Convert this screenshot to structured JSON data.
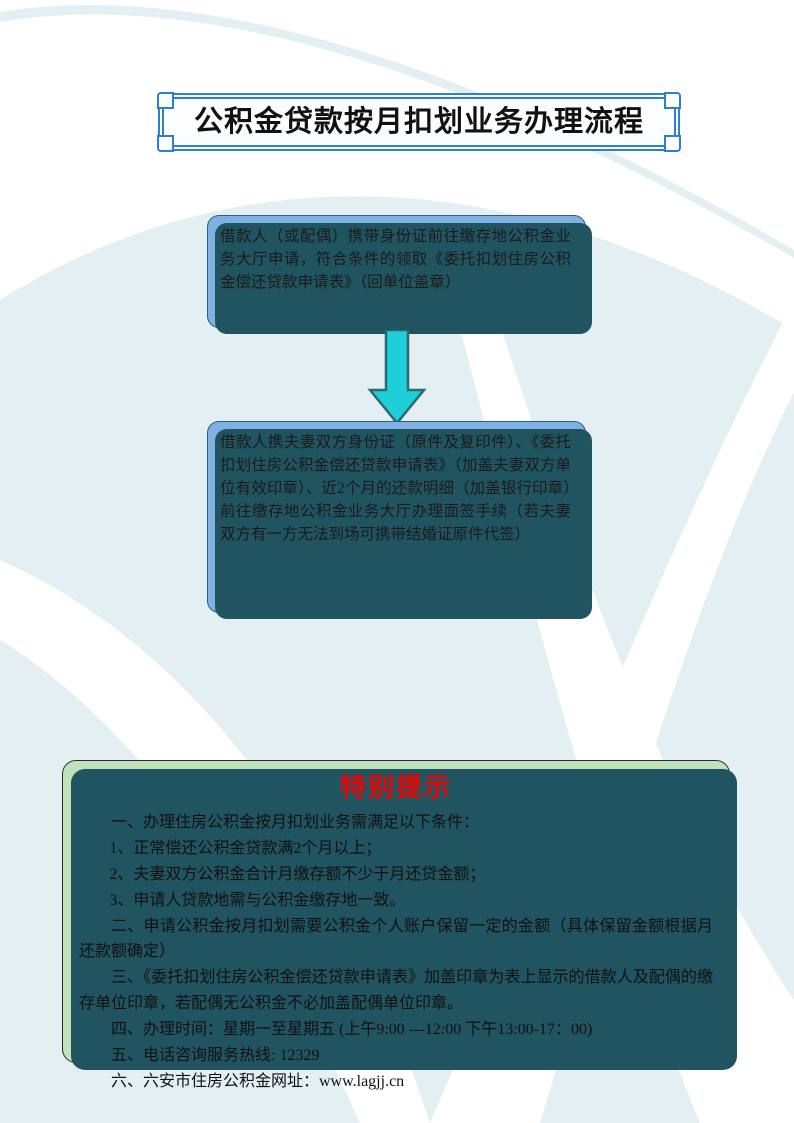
{
  "page": {
    "title": "公积金贷款按月扣划业务办理流程",
    "background_color": "#e3eff2",
    "swoosh_color": "#ffffff"
  },
  "colors": {
    "title_border": "#2e7fd4",
    "flow_box_fill": "#7fb2e3",
    "flow_box_border": "#2d5f7c",
    "shadow": "#205460",
    "arrow_fill": "#1ecfd9",
    "arrow_border": "#2a6a70",
    "notice_fill": "#bfe2bd",
    "notice_border": "#2b2b2b",
    "notice_title_color": "#ee0000"
  },
  "flow": {
    "steps": [
      {
        "id": "step-1",
        "text": "借款人（或配偶）携带身份证前往缴存地公积金业务大厅申请，符合条件的领取《委托扣划住房公积金偿还贷款申请表》（回单位盖章）"
      },
      {
        "id": "step-2",
        "text": "借款人携夫妻双方身份证（原件及复印件）、《委托扣划住房公积金偿还贷款申请表》（加盖夫妻双方单位有效印章）、近2个月的还款明细（加盖银行印章）前往缴存地公积金业务大厅办理面签手续（若夫妻双方有一方无法到场可携带结婚证原件代签）"
      }
    ],
    "arrow_icon": "down-arrow-icon"
  },
  "notice": {
    "title": "特别提示",
    "lines": [
      "一、办理住房公积金按月扣划业务需满足以下条件：",
      "1、正常偿还公积金贷款满2个月以上；",
      "2、夫妻双方公积金合计月缴存额不少于月还贷金额；",
      "3、申请人贷款地需与公积金缴存地一致。",
      "二、申请公积金按月扣划需要公积金个人账户保留一定的金额（具体保留金额根据月还款额确定）",
      "三、《委托扣划住房公积金偿还贷款申请表》加盖印章为表上显示的借款人及配偶的缴存单位印章，若配偶无公积金不必加盖配偶单位印章。",
      "四、办理时间：星期一至星期五 (上午9:00 ---12:00 下午13:00-17：00)",
      "五、电话咨询服务热线: 12329",
      "六、六安市住房公积金网址：www.lagjj.cn"
    ]
  }
}
